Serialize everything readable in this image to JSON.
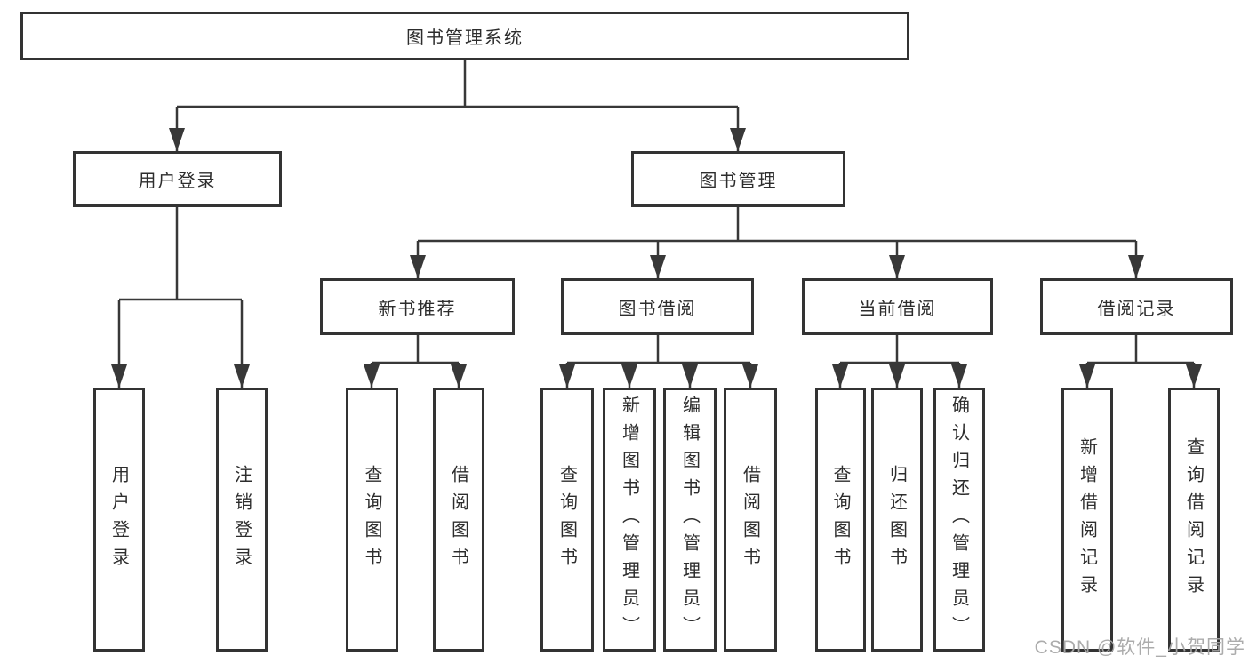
{
  "diagram": {
    "root": {
      "label": "图书管理系统"
    },
    "branches": [
      {
        "label": "用户登录",
        "children": [
          {
            "label": "用户登录"
          },
          {
            "label": "注销登录"
          }
        ]
      },
      {
        "label": "图书管理",
        "children": [
          {
            "label": "新书推荐",
            "children": [
              {
                "label": "查询图书"
              },
              {
                "label": "借阅图书"
              }
            ]
          },
          {
            "label": "图书借阅",
            "children": [
              {
                "label": "查询图书"
              },
              {
                "label": "新增图书（管理员）"
              },
              {
                "label": "编辑图书（管理员）"
              },
              {
                "label": "借阅图书"
              }
            ]
          },
          {
            "label": "当前借阅",
            "children": [
              {
                "label": "查询图书"
              },
              {
                "label": "归还图书"
              },
              {
                "label": "确认归还（管理员）"
              }
            ]
          },
          {
            "label": "借阅记录",
            "children": [
              {
                "label": "新增借阅记录"
              },
              {
                "label": "查询借阅记录"
              }
            ]
          }
        ]
      }
    ]
  },
  "watermark": {
    "text": "CSDN @软件_小贺同学"
  },
  "colors": {
    "line": "#383838",
    "box_border": "#333333",
    "box_background": "#ffffff",
    "text": "#2d2d2d",
    "watermark": "#a8a8a8",
    "page_background": "#ffffff"
  }
}
